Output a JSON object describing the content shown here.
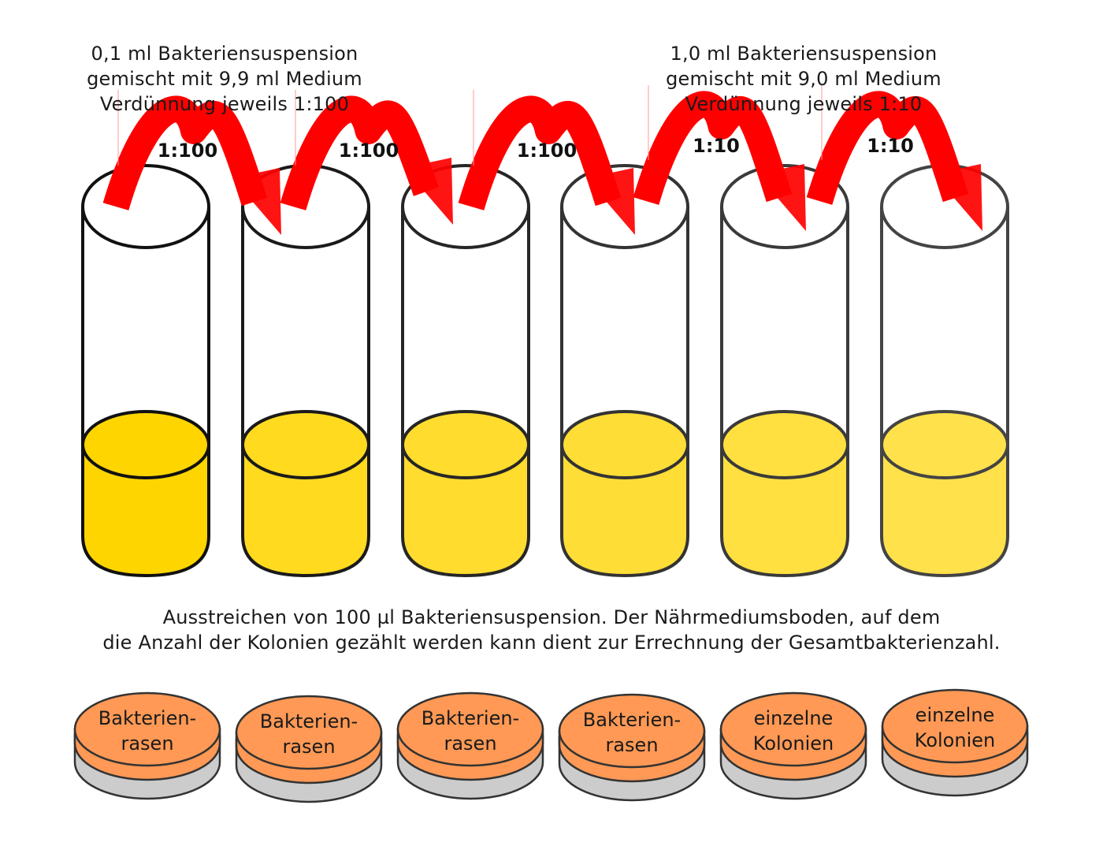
{
  "captions": {
    "left": [
      "0,1 ml Bakteriensuspension",
      "gemischt mit 9,9 ml Medium",
      "Verdünnung jeweils 1:100"
    ],
    "right": [
      "1,0 ml Bakteriensuspension",
      "gemischt mit 9,0 ml Medium",
      "Verdünnung jeweils 1:10"
    ],
    "bottom": [
      "Ausstreichen von 100 µl Bakteriensuspension. Der Nährmediumsboden, auf dem",
      "die Anzahl der Kolonien gezählt werden kann dient zur Errechnung der Gesamtbakterienzahl."
    ]
  },
  "arrows": [
    {
      "label": "1:100"
    },
    {
      "label": "1:100"
    },
    {
      "label": "1:100"
    },
    {
      "label": "1:10"
    },
    {
      "label": "1:10"
    }
  ],
  "tubes": [
    {
      "liquid_color": "#ffd500"
    },
    {
      "liquid_color": "#ffda1f"
    },
    {
      "liquid_color": "#ffdc2e"
    },
    {
      "liquid_color": "#ffdd37"
    },
    {
      "liquid_color": "#ffe040"
    },
    {
      "liquid_color": "#ffe14b"
    }
  ],
  "plates": [
    {
      "label": [
        "Bakterien-",
        "rasen"
      ]
    },
    {
      "label": [
        "Bakterien-",
        "rasen"
      ]
    },
    {
      "label": [
        "Bakterien-",
        "rasen"
      ]
    },
    {
      "label": [
        "Bakterien-",
        "rasen"
      ]
    },
    {
      "label": [
        "einzelne",
        "Kolonien"
      ]
    },
    {
      "label": [
        "einzelne",
        "Kolonien"
      ]
    }
  ],
  "colors": {
    "arrow": "#ff0000",
    "plate_top": "#ff9955",
    "plate_base": "#cccccc",
    "outline": "#333333"
  }
}
